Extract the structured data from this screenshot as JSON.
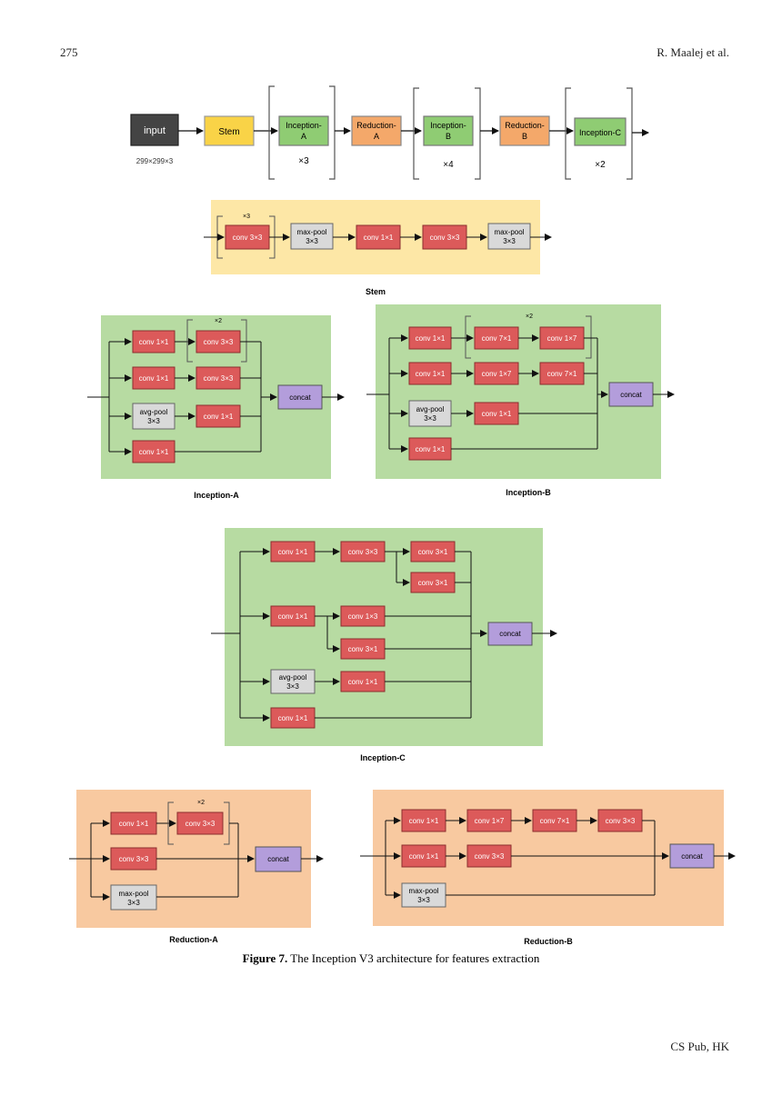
{
  "page": {
    "number": "275",
    "author": "R. Maalej et al.",
    "footer": "CS Pub, HK"
  },
  "caption": {
    "label": "Figure 7.",
    "text": " The Inception V3 architecture for features extraction"
  },
  "colors": {
    "conv": "#dc5a5a",
    "pool": "#d9d9d9",
    "concat": "#b39ddb",
    "stem": "#f9d347",
    "inception": "#8fcc73",
    "reduction": "#f4a86a",
    "input": "#444444",
    "green_panel": "#b7dba2",
    "yellow_panel": "#fde7a6",
    "orange_panel": "#f8c9a0"
  },
  "overview": {
    "input": "input",
    "input_size": "299×299×3",
    "stem": "Stem",
    "inc_a": [
      "Inception-",
      "A"
    ],
    "red_a": [
      "Reduction-",
      "A"
    ],
    "inc_b": [
      "Inception-",
      "B"
    ],
    "red_b": [
      "Reduction-",
      "B"
    ],
    "inc_c": "Inception-C",
    "rep_a": "×3",
    "rep_b": "×4",
    "rep_c": "×2"
  },
  "stem": {
    "title": "Stem",
    "rep": "×3",
    "conv33": "conv 3×3",
    "maxpool": [
      "max-pool",
      "3×3"
    ],
    "conv11": "conv 1×1"
  },
  "inception_a": {
    "title": "Inception-A",
    "rep": "×2",
    "conv11": "conv 1×1",
    "conv33": "conv 3×3",
    "avgpool": [
      "avg-pool",
      "3×3"
    ],
    "concat": "concat"
  },
  "inception_b": {
    "title": "Inception-B",
    "rep": "×2",
    "conv11": "conv 1×1",
    "conv71": "conv 7×1",
    "conv17": "conv 1×7",
    "avgpool": [
      "avg-pool",
      "3×3"
    ],
    "concat": "concat"
  },
  "inception_c": {
    "title": "Inception-C",
    "conv11": "conv 1×1",
    "conv33": "conv 3×3",
    "conv31": "conv 3×1",
    "conv13": "conv 1×3",
    "avgpool": [
      "avg-pool",
      "3×3"
    ],
    "concat": "concat"
  },
  "reduction_a": {
    "title": "Reduction-A",
    "rep": "×2",
    "conv11": "conv 1×1",
    "conv33": "conv 3×3",
    "maxpool": [
      "max-pool",
      "3×3"
    ],
    "concat": "concat"
  },
  "reduction_b": {
    "title": "Reduction-B",
    "conv11": "conv 1×1",
    "conv17": "conv 1×7",
    "conv71": "conv 7×1",
    "conv33": "conv 3×3",
    "maxpool": [
      "max-pool",
      "3×3"
    ],
    "concat": "concat"
  }
}
